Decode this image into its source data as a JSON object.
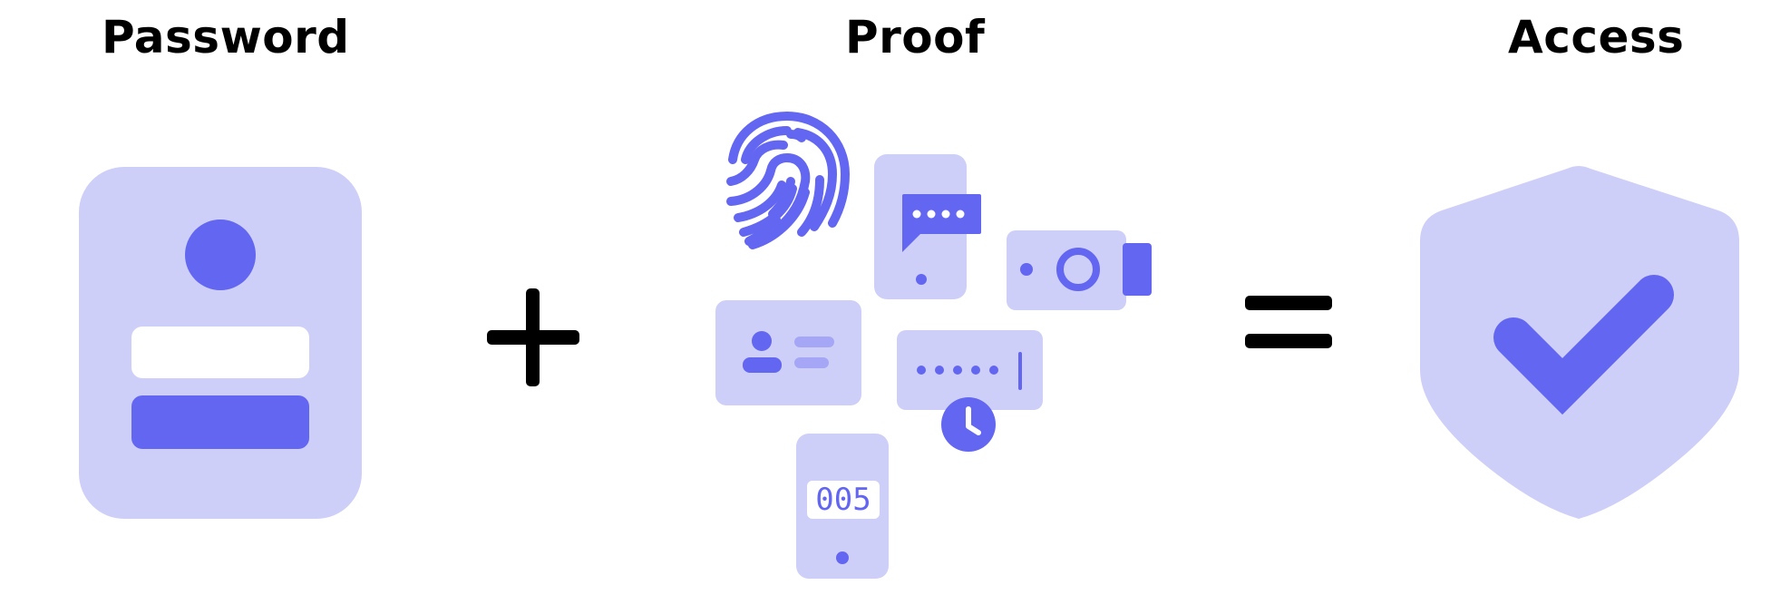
{
  "headings": {
    "password": "Password",
    "proof": "Proof",
    "access": "Access"
  },
  "otp_code": "005",
  "colors": {
    "accent": "#6366f1",
    "light": "#cecff9",
    "text": "#000000",
    "background": "#ffffff"
  },
  "icons": [
    "password-card-icon",
    "plus-icon",
    "fingerprint-icon",
    "phone-message-icon",
    "security-key-icon",
    "id-card-icon",
    "timed-passcode-icon",
    "phone-otp-icon",
    "equals-icon",
    "shield-check-icon"
  ]
}
